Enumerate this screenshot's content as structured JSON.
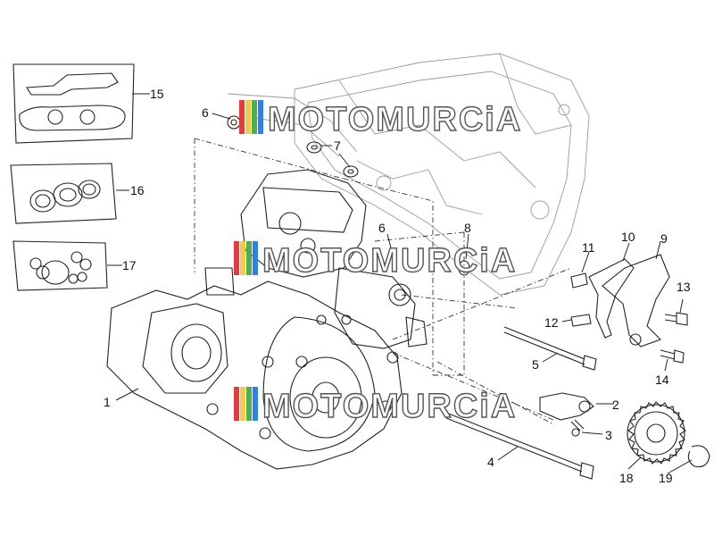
{
  "watermark": {
    "text": "MOTOMURCiA",
    "stripe_colors": [
      "#e63b3b",
      "#f2c94c",
      "#4caf50",
      "#2f80ed"
    ]
  },
  "callouts": {
    "c1": "1",
    "c2": "2",
    "c3": "3",
    "c4": "4",
    "c5": "5",
    "c6a": "6",
    "c6b": "6",
    "c7": "7",
    "c8": "8",
    "c9": "9",
    "c10": "10",
    "c11": "11",
    "c12": "12",
    "c13": "13",
    "c14": "14",
    "c15": "15",
    "c16": "16",
    "c17": "17",
    "c18": "18",
    "c19": "19"
  }
}
